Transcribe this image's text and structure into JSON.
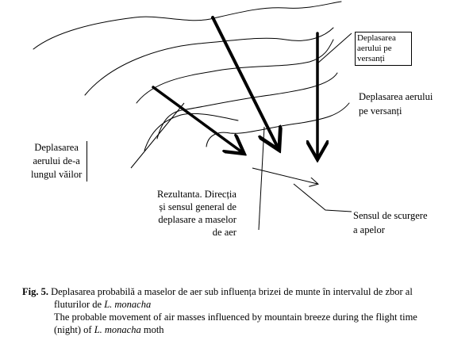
{
  "labels": {
    "top_box": [
      "Deplasarea",
      "aerului pe",
      "versanți"
    ],
    "slopes": [
      "Deplasarea aerului",
      "pe versanți"
    ],
    "valley": [
      "Deplasarea",
      "aerului de-a",
      "lungul văilor"
    ],
    "result": [
      "Rezultanta. Direcția",
      "și sensul general de",
      "deplasare a maselor",
      "de aer"
    ],
    "flow": [
      "Sensul de scurgere",
      "a apelor"
    ]
  },
  "caption": {
    "fig_label": "Fig. 5.",
    "ro_part1": " Deplasarea probabilă a maselor de aer sub influența brizei de munte în intervalul de zbor al",
    "ro_part2": "fluturilor de ",
    "ro_species": "L. monacha",
    "en_part1": "The probable movement of air masses influenced by mountain breeze during the flight time",
    "en_part2": "(night) of ",
    "en_species": "L. monacha",
    "en_part3": " moth"
  }
}
